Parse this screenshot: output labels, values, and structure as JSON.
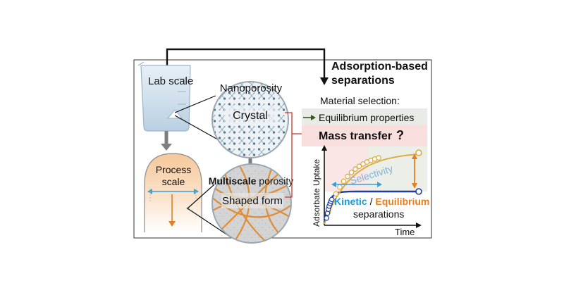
{
  "labels": {
    "lab_scale": "Lab scale",
    "process_scale_line1": "Process",
    "process_scale_line2": "scale",
    "nanoporosity": "Nanoporosity",
    "crystal": "Crystal",
    "multiscale_bold": "Multiscale",
    "multiscale_rest": " porosity",
    "shaped_form": "Shaped form",
    "title_line1": "Adsorption-based",
    "title_line2": "separations",
    "material_selection": "Material selection:",
    "equilibrium_properties": "Equilibrium properties",
    "mass_transfer": "Mass transfer",
    "question_mark": "?",
    "selectivity": "Selectivity",
    "kinetic": "Kinetic",
    "slash": " / ",
    "equilibrium": "Equilibrium",
    "separations": "separations",
    "y_axis": "Adsorbate Uptake",
    "x_axis": "Time"
  },
  "colors": {
    "frame": "#333333",
    "arrow_gray": "#7f7f7f",
    "red_line": "#c0392b",
    "dark_red_arrow": "#c00000",
    "green_arrow": "#375623",
    "pink_bg": "#f9dede",
    "gray_bg": "#e9ece6",
    "kinetic_blue": "#1f9ad6",
    "navy_curve": "#1f3c99",
    "gold_curve": "#d9a93a",
    "orange": "#e67e22",
    "beaker": "#c7dbe9",
    "vessel_top": "#f8cfa6",
    "crystal_ring": "#9aa8b3",
    "shaped_fill": "#d6d6d6"
  }
}
